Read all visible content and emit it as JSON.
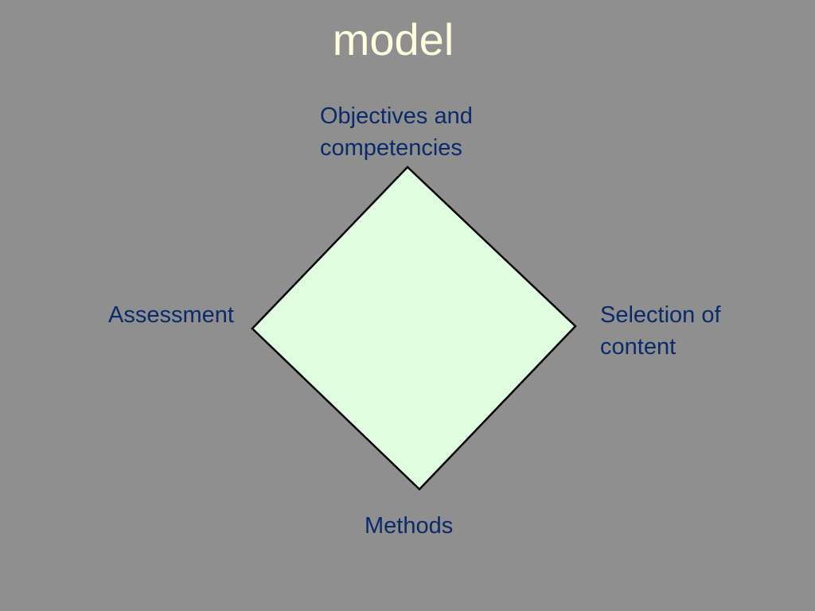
{
  "slide": {
    "title": "model",
    "diagram": {
      "fill_color": "#e0fde0",
      "stroke_color": "#000000",
      "nodes": {
        "top": {
          "lines": [
            "Objectives and",
            "competencies"
          ]
        },
        "left": {
          "lines": [
            "Assessment"
          ]
        },
        "right": {
          "lines": [
            "Selection of",
            "content"
          ]
        },
        "bottom": {
          "lines": [
            "Methods"
          ]
        }
      }
    }
  }
}
